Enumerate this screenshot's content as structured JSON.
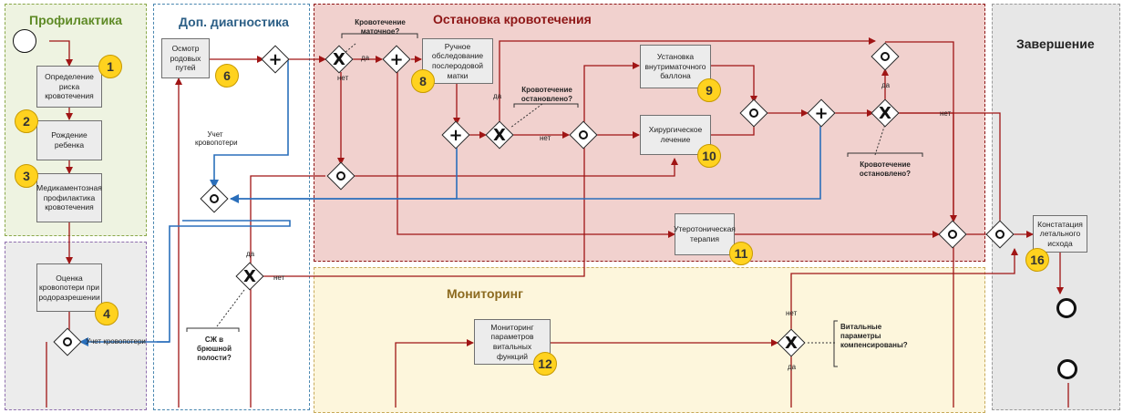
{
  "lanes": {
    "prophylaxis": "Профилактика",
    "diagnostics": "Доп. диагностика",
    "stop_bleeding": "Остановка кровотечения",
    "monitoring": "Мониторинг",
    "completion": "Завершение"
  },
  "tasks": {
    "t1": {
      "label": "Определение риска кровотечения",
      "num": "1"
    },
    "t2": {
      "label": "Рождение ребенка",
      "num": "2"
    },
    "t3": {
      "label": "Медикаментозная профилактика кровотечения",
      "num": "3"
    },
    "t4": {
      "label": "Оценка кровопотери при родоразрешении",
      "num": "4"
    },
    "t6": {
      "label": "Осмотр родовых путей",
      "num": "6"
    },
    "t8": {
      "label": "Ручное обследование послеродовой матки",
      "num": "8"
    },
    "t9": {
      "label": "Установка внутриматочного баллона",
      "num": "9"
    },
    "t10": {
      "label": "Хирургическое лечение",
      "num": "10"
    },
    "t11": {
      "label": "Утеротоническая терапия",
      "num": "11"
    },
    "t12": {
      "label": "Мониторинг параметров витальных функций",
      "num": "12"
    },
    "t16": {
      "label": "Констатация летального исхода",
      "num": "16"
    }
  },
  "annotations": {
    "uterine": "Кровотечение маточное?",
    "stopped1": "Кровотечение остановлено?",
    "stopped2": "Кровотечение остановлено?",
    "sj": "СЖ в брюшной полости?",
    "vital": "Витальные параметры компенсированы?"
  },
  "labels": {
    "uchet1": "Учет кровопотери",
    "uchet2": "Учет кровопотери",
    "da_uterine": "да",
    "net_uterine": "нет",
    "da_stopped1": "да",
    "net_stopped1": "нет",
    "da_stopped2": "да",
    "net_stopped2": "нет",
    "da_sj": "да",
    "net_sj": "нет",
    "net_vital": "нет",
    "da_vital": "да"
  }
}
